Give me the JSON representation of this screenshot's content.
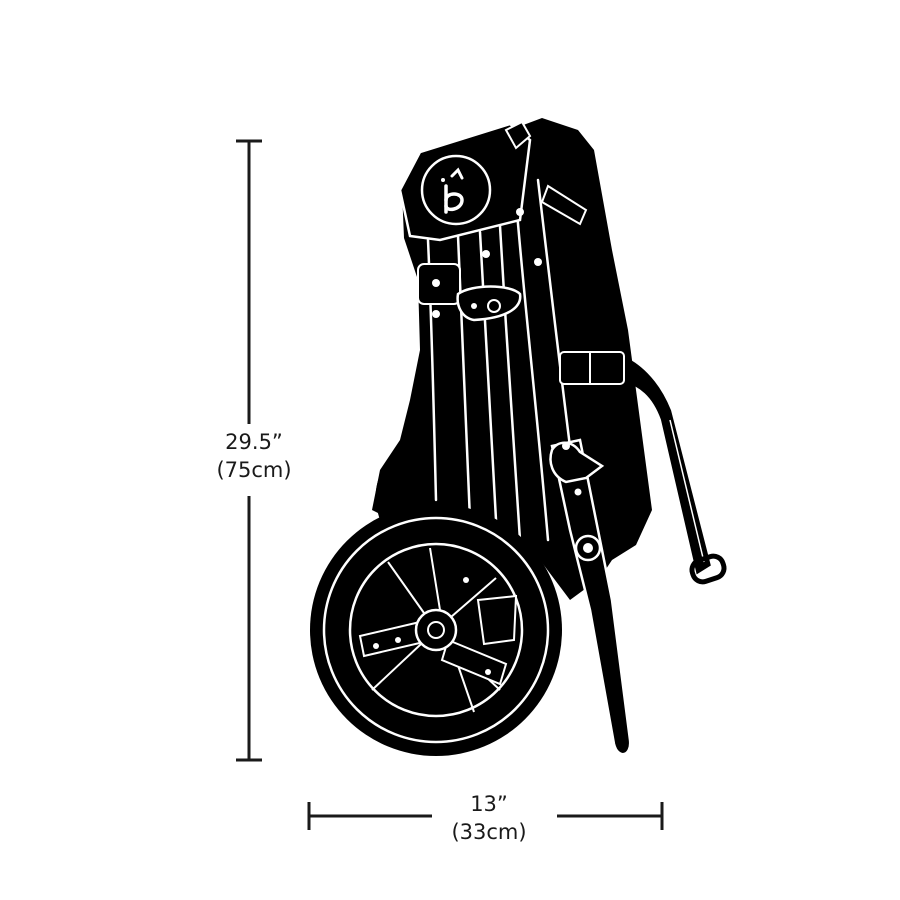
{
  "dimensions": {
    "height": {
      "imperial": "29.5”",
      "metric": "(75cm)"
    },
    "width": {
      "imperial": "13”",
      "metric": "(33cm)"
    }
  },
  "illustration": {
    "subject": "folded-stroller",
    "fill_color": "#000000",
    "line_color": "#ffffff",
    "dimension_line_color": "#1a1a1a"
  }
}
